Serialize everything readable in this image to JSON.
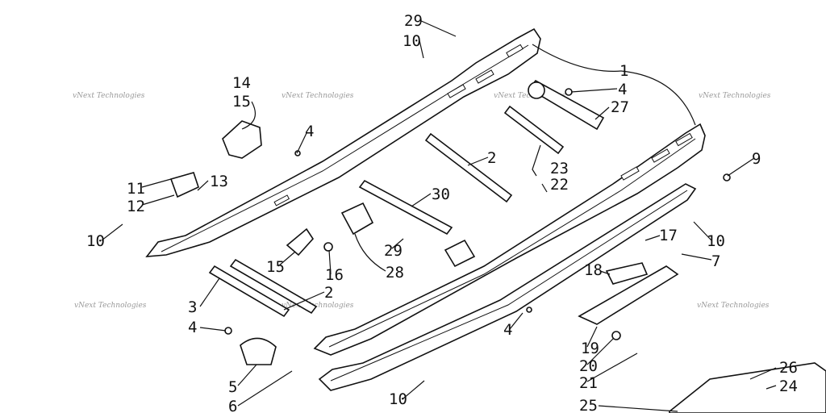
{
  "diagram": {
    "callouts": [
      "29",
      "10",
      "1",
      "4",
      "27",
      "14",
      "15",
      "4",
      "9",
      "2",
      "23",
      "22",
      "13",
      "11",
      "12",
      "30",
      "10",
      "10",
      "17",
      "7",
      "29",
      "28",
      "15",
      "16",
      "18",
      "2",
      "3",
      "4",
      "4",
      "19",
      "20",
      "21",
      "5",
      "6",
      "10",
      "25",
      "26",
      "24"
    ],
    "watermarks": [
      "vNext Technologies",
      "vNext Technologies",
      "vNext Technologies",
      "vNext Technologies",
      "vNext Technologies",
      "vNext Technologies",
      "vNext Technologies"
    ]
  }
}
